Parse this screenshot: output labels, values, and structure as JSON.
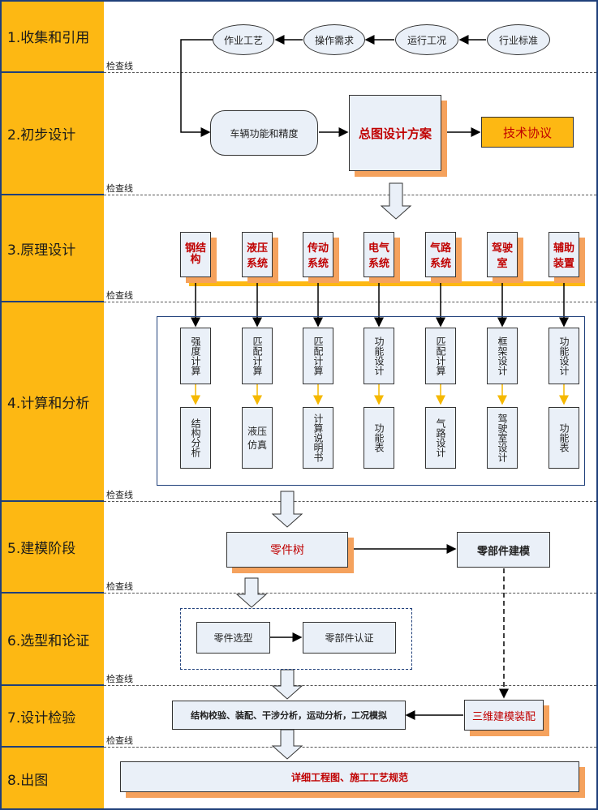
{
  "stages": [
    {
      "label": "1.收集和引用"
    },
    {
      "label": "2.初步设计"
    },
    {
      "label": "3.原理设计"
    },
    {
      "label": "4.计算和分析"
    },
    {
      "label": "5.建模阶段"
    },
    {
      "label": "6.选型和论证"
    },
    {
      "label": "7.设计检验"
    },
    {
      "label": "8.出图"
    }
  ],
  "checkline": "检查线",
  "collect": [
    "作业工艺",
    "操作需求",
    "运行工况",
    "行业标准"
  ],
  "prelim": {
    "vehicle": "车辆功能和精度",
    "general": "总图设计方案",
    "tech": "技术协议"
  },
  "principle": [
    "钢结构",
    "液压系统",
    "传动系统",
    "电气系统",
    "气路系统",
    "驾驶室",
    "辅助装置"
  ],
  "calc_top": [
    "强度计算",
    "匹配计算",
    "匹配计算",
    "功能设计",
    "匹配计算",
    "框架设计",
    "功能设计"
  ],
  "calc_bottom": [
    "结构分析",
    "液压仿真",
    "计算说明书",
    "功能表",
    "气路设计",
    "驾驶室设计",
    "功能表"
  ],
  "model": {
    "tree": "零件树",
    "parts": "零部件建模"
  },
  "selection": {
    "select": "零件选型",
    "cert": "零部件认证"
  },
  "verify": {
    "main": "结构校验、装配、干涉分析，运动分析，工况模拟",
    "assembly": "三维建模装配"
  },
  "drawing": {
    "main": "详细工程图、施工工艺规范"
  }
}
